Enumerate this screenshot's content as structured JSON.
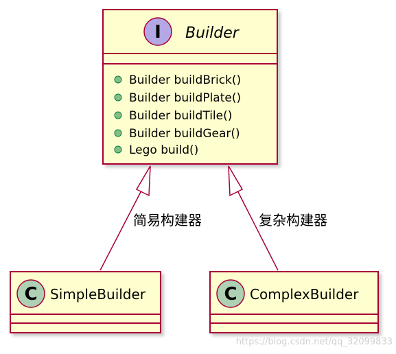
{
  "interface": {
    "stereotype": "I",
    "name": "Builder",
    "methods": [
      "Builder buildBrick()",
      "Builder buildPlate()",
      "Builder buildTile()",
      "Builder buildGear()",
      "Lego build()"
    ]
  },
  "classes": [
    {
      "stereotype": "C",
      "name": "SimpleBuilder",
      "edge_label": "简易构建器"
    },
    {
      "stereotype": "C",
      "name": "ComplexBuilder",
      "edge_label": "复杂构建器"
    }
  ],
  "watermark": "https://blog.csdn.net/qq_32099833",
  "colors": {
    "box_fill": "#fefece",
    "box_border": "#a80036",
    "interface_circle": "#b4a7e5",
    "class_circle": "#add1b2",
    "method_bullet": "#84be84",
    "method_bullet_border": "#038048",
    "arrow": "#a80036"
  }
}
